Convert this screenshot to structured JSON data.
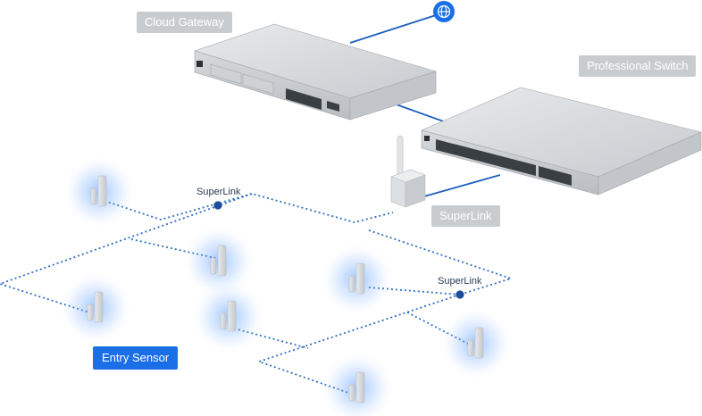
{
  "labels": {
    "cloud_gateway": "Cloud Gateway",
    "professional_switch": "Professional Switch",
    "superlink_device": "SuperLink",
    "superlink_link_1": "SuperLink",
    "superlink_link_2": "SuperLink",
    "entry_sensor": "Entry Sensor"
  },
  "icons": {
    "internet": "globe-icon"
  },
  "colors": {
    "accent": "#1a6fe6",
    "tag_gray": "#c9cccf",
    "mesh_line": "#2e6fc0",
    "link_node": "#1d4c9a",
    "sensor_glow": "#4e96ff"
  }
}
